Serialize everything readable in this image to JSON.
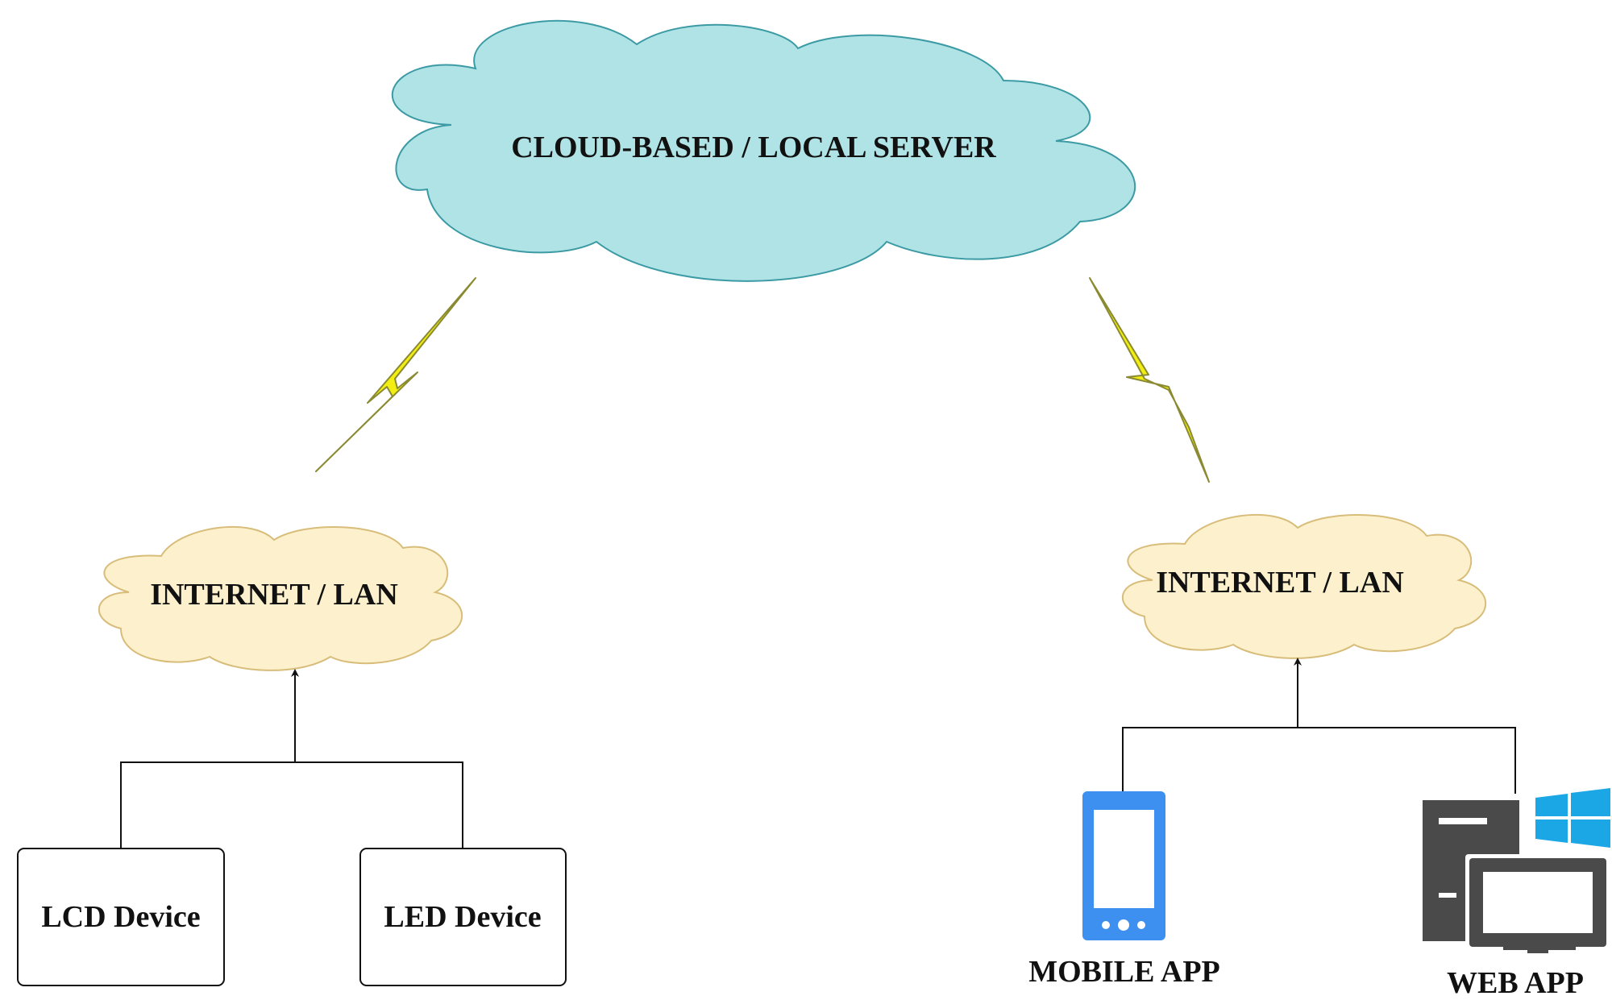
{
  "nodes": {
    "server": {
      "label": "CLOUD-BASED / LOCAL SERVER"
    },
    "network_left": {
      "label": "INTERNET / LAN"
    },
    "network_right": {
      "label": "INTERNET / LAN"
    },
    "lcd": {
      "label": "LCD Device"
    },
    "led": {
      "label": "LED Device"
    },
    "mobile": {
      "label": "MOBILE APP",
      "icon": "smartphone-icon"
    },
    "web": {
      "label": "WEB APP",
      "icon": "desktop-computer-icon"
    }
  },
  "colors": {
    "server_cloud_fill": "#b0e3e6",
    "server_cloud_stroke": "#3b9aa4",
    "network_cloud_fill": "#fdf1cd",
    "network_cloud_stroke": "#d8bd7a",
    "lightning_fill": "#f3ee12",
    "phone_blue": "#3d8ff0",
    "computer_gray": "#4a4a4a",
    "windows_blue": "#1ba6e6"
  }
}
